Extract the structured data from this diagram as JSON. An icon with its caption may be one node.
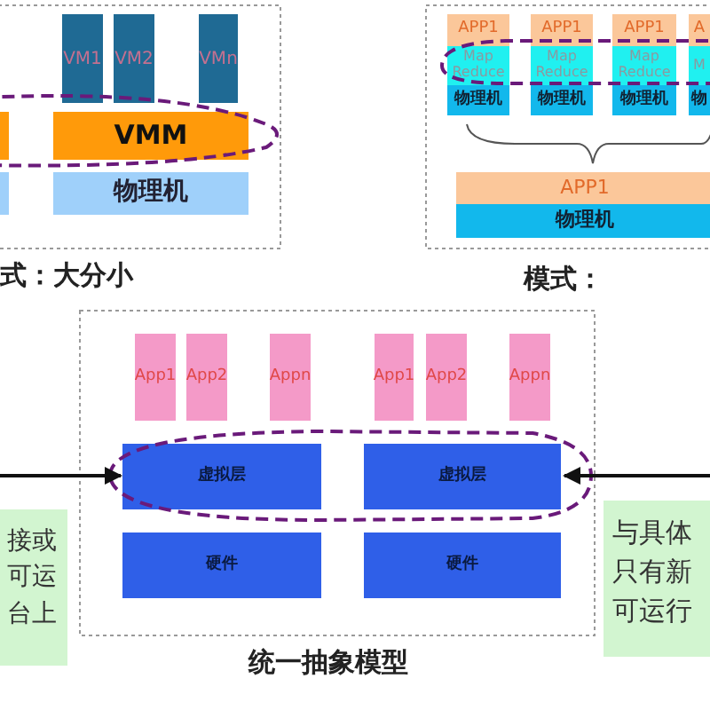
{
  "diagram": {
    "nodes": [
      {
        "text": [
          "VM1"
        ]
      },
      {
        "text": [
          "VM2"
        ]
      },
      {
        "text": [
          "VMn"
        ]
      },
      {
        "text": [
          "VMM"
        ]
      },
      {
        "text": [
          "物理机"
        ]
      },
      {
        "text": [
          "APP1"
        ]
      },
      {
        "text": [
          "APP1"
        ]
      },
      {
        "text": [
          "APP1"
        ]
      },
      {
        "text": [
          "A"
        ]
      },
      {
        "text": [
          "Map Reduce"
        ]
      },
      {
        "text": [
          "Map Reduce"
        ]
      },
      {
        "text": [
          "Map Reduce"
        ]
      },
      {
        "text": [
          "M"
        ]
      },
      {
        "text": [
          "物理机"
        ]
      },
      {
        "text": [
          "物理机"
        ]
      },
      {
        "text": [
          "物理机"
        ]
      },
      {
        "text": [
          "物"
        ]
      },
      {
        "text": [
          "APP1"
        ]
      },
      {
        "text": [
          "物理机"
        ]
      },
      {
        "text": [
          "App1"
        ]
      },
      {
        "text": [
          "App2"
        ]
      },
      {
        "text": [
          "Appn"
        ]
      },
      {
        "text": [
          "App1"
        ]
      },
      {
        "text": [
          "App2"
        ]
      },
      {
        "text": [
          "Appn"
        ]
      },
      {
        "text": [
          "虚拟层"
        ]
      },
      {
        "text": [
          "虚拟层"
        ]
      },
      {
        "text": [
          "硬件"
        ]
      },
      {
        "text": [
          "硬件"
        ]
      },
      {
        "text": [
          "接或可运台上"
        ]
      },
      {
        "text": [
          "与具体只有新可运行"
        ]
      }
    ],
    "edges": [
      {
        "from": null,
        "to": 25,
        "arrow": "to"
      },
      {
        "from": null,
        "to": 26,
        "arrow": "to"
      }
    ],
    "labels": [
      "式：大分小",
      "模式：",
      "统一抽象模型"
    ]
  }
}
